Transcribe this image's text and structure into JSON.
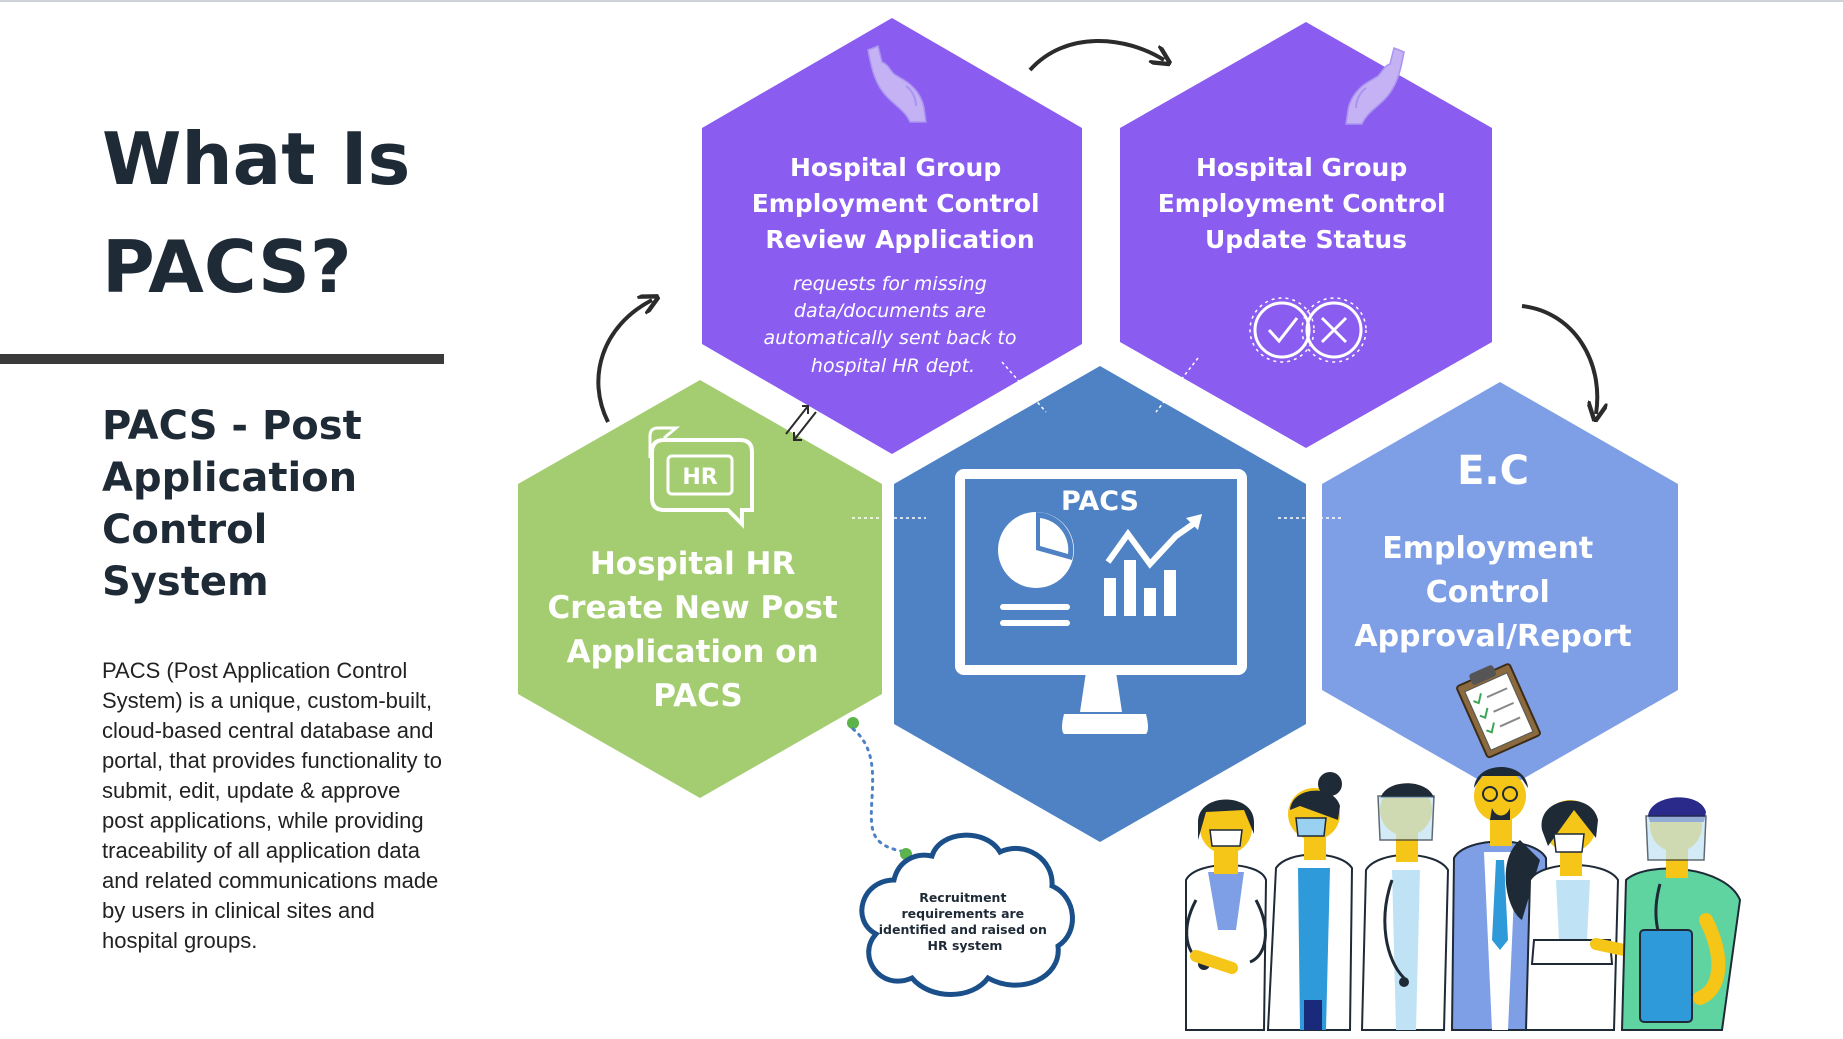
{
  "page": {
    "title_line1": "What Is",
    "title_line2": "PACS?",
    "subtitle_line1": "PACS - Post",
    "subtitle_line2": "Application",
    "subtitle_line3": "Control",
    "subtitle_line4": "System",
    "description": "PACS (Post Application Control System) is a unique, custom-built, cloud-based central database and portal, that provides functionality to submit, edit, update & approve post applications, while providing traceability of all application data and related communications made by users in clinical sites and hospital groups."
  },
  "colors": {
    "purple": "#8a5cf0",
    "green": "#a4cd72",
    "blue": "#4e82c4",
    "lightblue": "#7e9fe6",
    "dark": "#1f2a37",
    "cloud_outline": "#1a4f8a"
  },
  "diagram": {
    "review": {
      "line1": "Hospital Group",
      "line2": "Employment Control",
      "line3": "Review Application",
      "note1": "requests for missing",
      "note2": "data/documents are",
      "note3": "automatically sent back to",
      "note4": "hospital HR dept.",
      "icon": "hand-icon"
    },
    "update": {
      "line1": "Hospital Group",
      "line2": "Employment Control",
      "line3": "Update Status",
      "icon": "check-cross-icon"
    },
    "hr": {
      "badge": "HR",
      "line1": "Hospital HR",
      "line2": "Create New Post",
      "line3": "Application on",
      "line4": "PACS",
      "icon": "chat-bubble-icon"
    },
    "pacs": {
      "label": "PACS",
      "icon": "monitor-chart-icon"
    },
    "ec": {
      "abbr": "E.C",
      "line1": "Employment",
      "line2": "Control",
      "line3": "Approval/Report",
      "icon": "clipboard-icon"
    },
    "cloud": {
      "line1": "Recruitment",
      "line2": "requirements are",
      "line3": "identified and raised on",
      "line4": "HR system"
    },
    "illustration": "medical-staff-illustration"
  }
}
